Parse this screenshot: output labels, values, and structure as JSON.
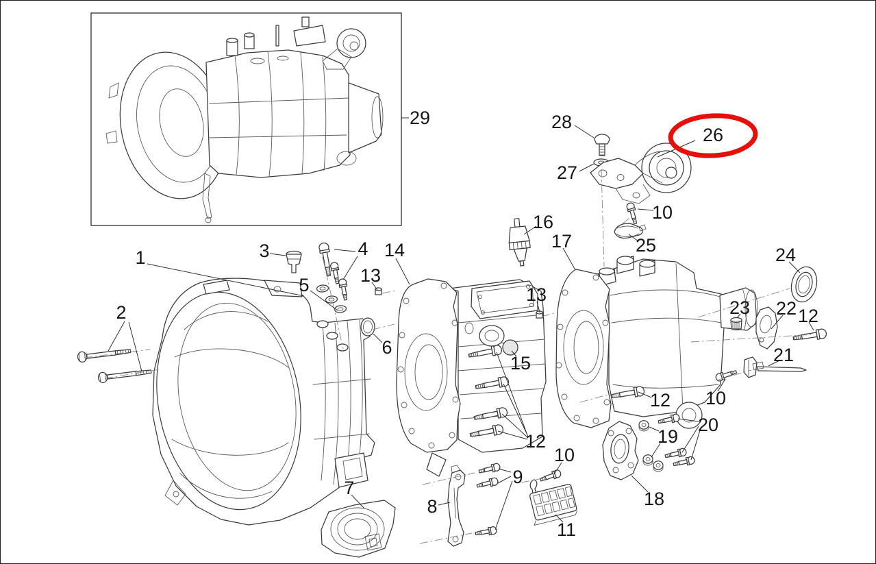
{
  "page": {
    "background": "#ffffff",
    "border_color": "#1f1f1f"
  },
  "diagram": {
    "type": "exploded-parts-diagram",
    "subject": "Gearbox / transmission housing exploded view with numbered part callouts",
    "line_color": "#3a3a3a",
    "label_color": "#161616",
    "highlight_color": "#e31109",
    "highlighted_callout": "26"
  },
  "callouts": {
    "c1": "1",
    "c2": "2",
    "c3": "3",
    "c4": "4",
    "c5": "5",
    "c6": "6",
    "c7": "7",
    "c8": "8",
    "c9": "9",
    "c10_top": "10",
    "c10_right": "10",
    "c10_bottom": "10",
    "c11": "11",
    "c12_center": "12",
    "c12_mid": "12",
    "c12_right": "12",
    "c13_left": "13",
    "c13_right": "13",
    "c14": "14",
    "c15": "15",
    "c16": "16",
    "c17": "17",
    "c18": "18",
    "c19": "19",
    "c20": "20",
    "c21": "21",
    "c22": "22",
    "c23": "23",
    "c24": "24",
    "c25": "25",
    "c26": "26",
    "c27": "27",
    "c28": "28",
    "c29": "29"
  }
}
